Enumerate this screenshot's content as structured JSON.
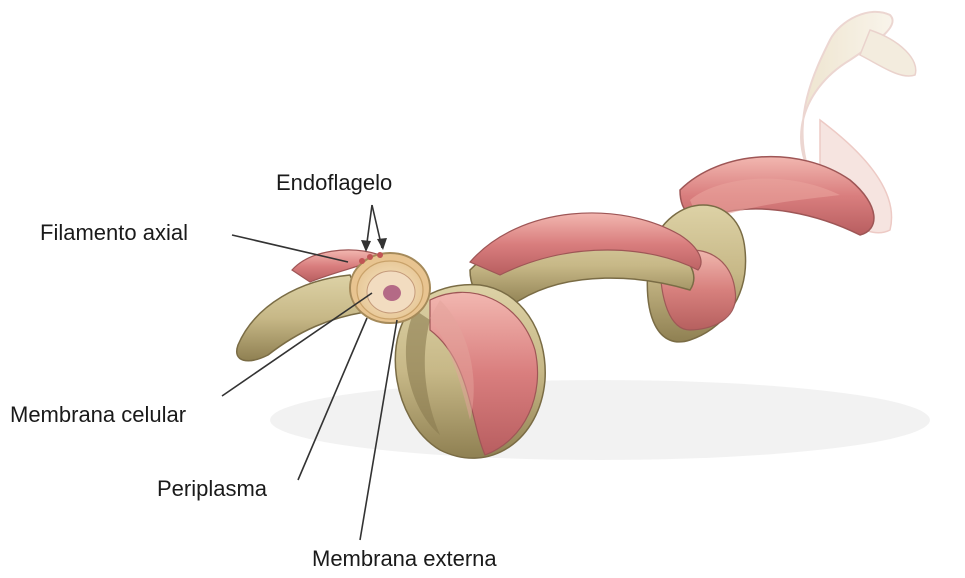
{
  "labels": {
    "endoflagelo": "Endoflagelo",
    "filamento_axial": "Filamento axial",
    "membrana_celular": "Membrana celular",
    "periplasma": "Periplasma",
    "membrana_externa": "Membrana externa"
  },
  "colors": {
    "body_tan": "#c9bb8a",
    "body_shadow": "#9c8c5c",
    "sheath_pink": "#d97e7e",
    "sheath_highlight": "#f0b3ad",
    "cross_section": "#f0d5a8",
    "nucleus": "#b46a86",
    "leader_line": "#333333"
  }
}
